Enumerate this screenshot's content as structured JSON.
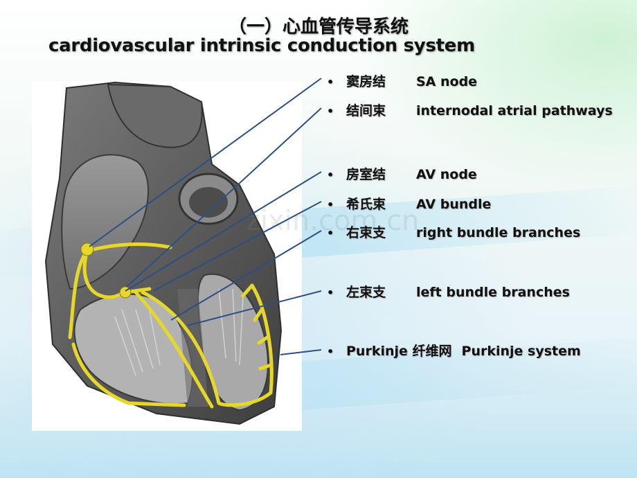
{
  "title": {
    "chinese": "（一）心血管传导系统",
    "english": "cardiovascular intrinsic conduction system"
  },
  "colors": {
    "conduction_path": "#e6d72a",
    "leader_line": "#2b4f86",
    "myocardium": "#5f5f5f",
    "chamber": "#8c8c8c"
  },
  "labels": [
    {
      "chinese": "窦房结",
      "english": "SA node"
    },
    {
      "chinese": "结间束",
      "english": "internodal atrial pathways"
    },
    {
      "chinese": "房室结",
      "english": "AV node"
    },
    {
      "chinese": "希氏束",
      "english": "AV bundle"
    },
    {
      "chinese": "右束支",
      "english": "right bundle branches"
    },
    {
      "chinese": "左束支",
      "english": "left bundle branches"
    },
    {
      "chinese": "Purkinje  纤维网",
      "english": "Purkinje system"
    }
  ],
  "watermark": "zixin.com.cn"
}
